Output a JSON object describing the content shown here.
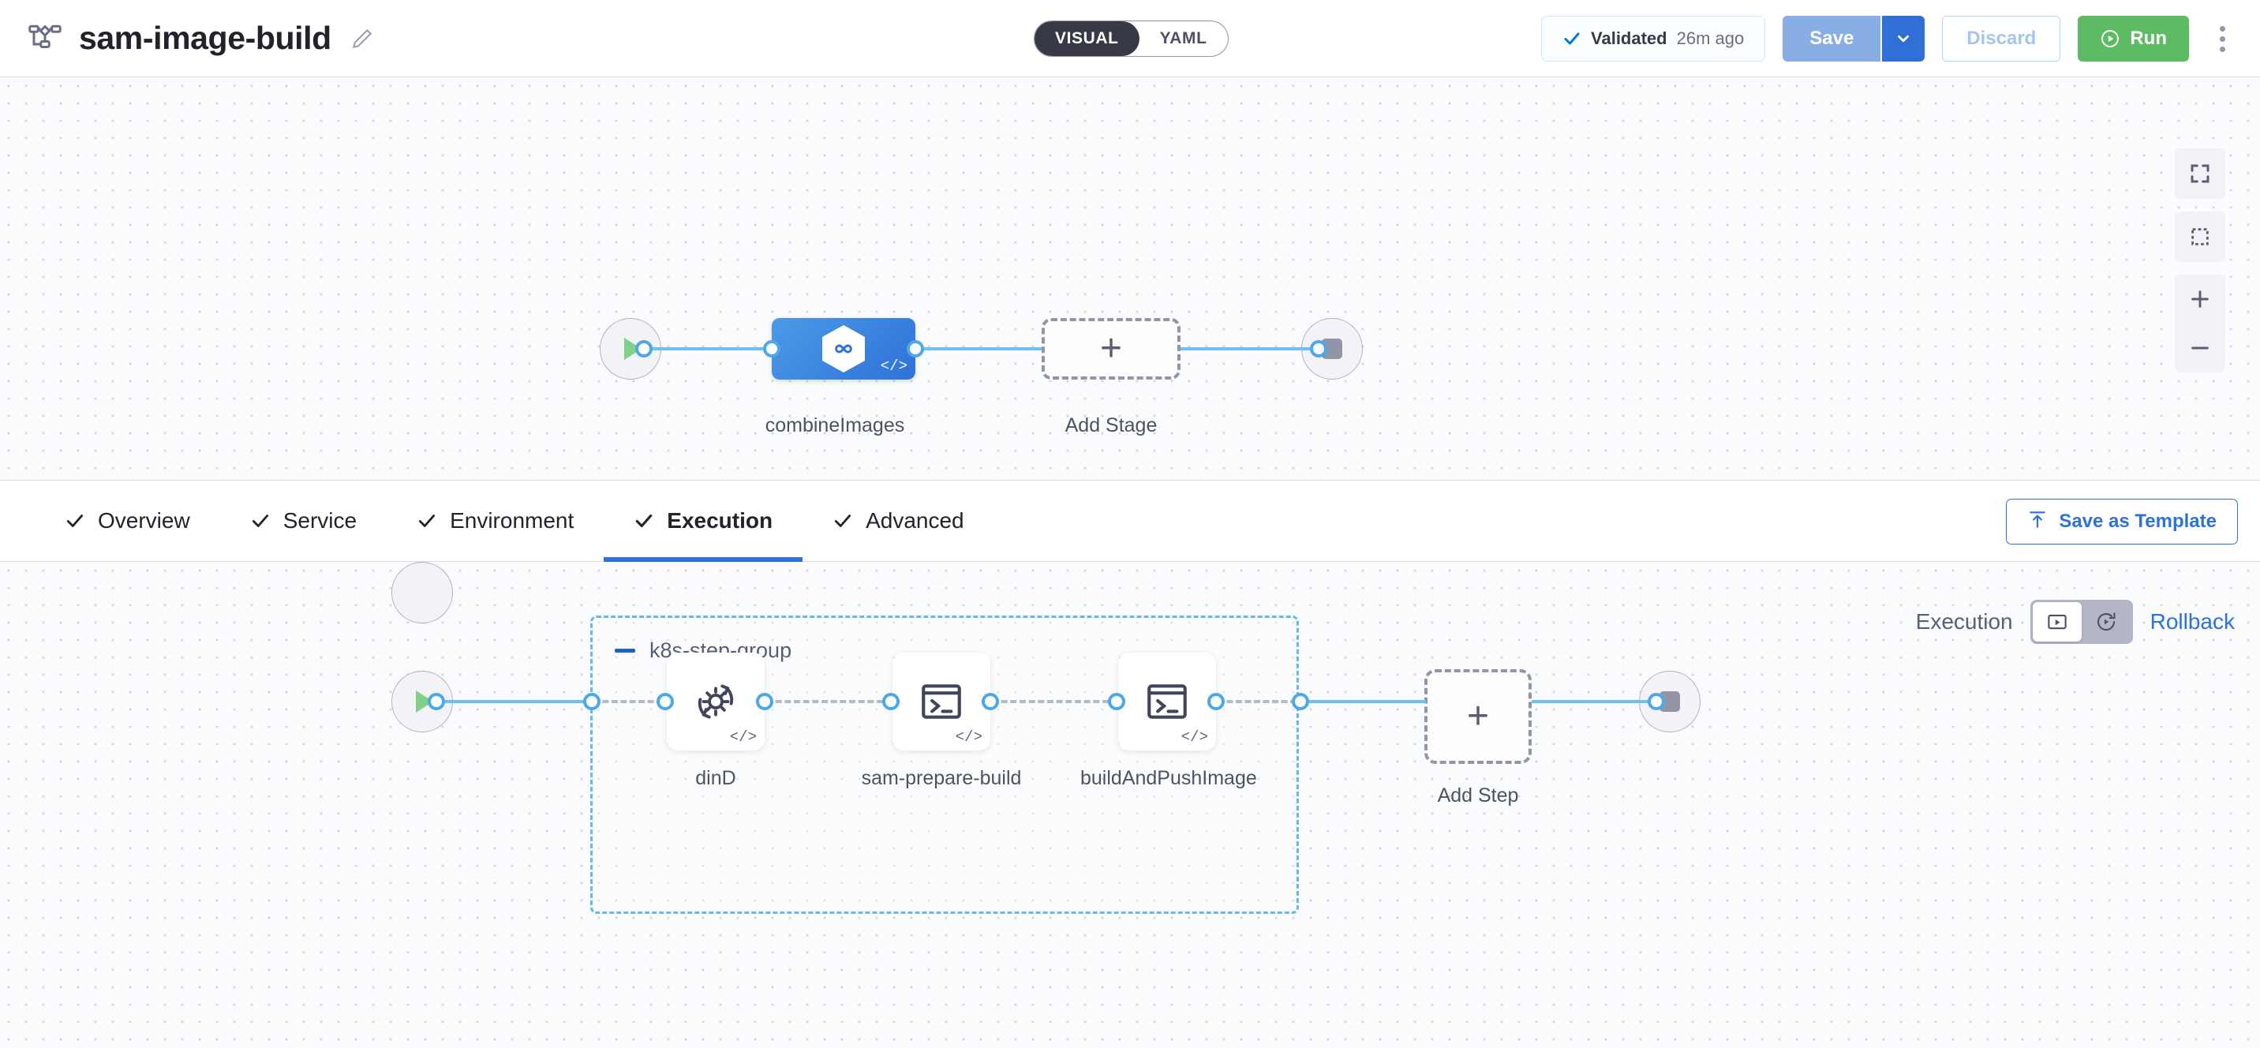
{
  "header": {
    "pipeline_icon": "pipeline-icon",
    "title": "sam-image-build",
    "edit_icon": "pencil-icon",
    "mode_toggle": {
      "visual": "VISUAL",
      "yaml": "YAML",
      "selected": "VISUAL"
    },
    "validated": {
      "icon": "check-icon",
      "label": "Validated",
      "time": "26m ago"
    },
    "save_label": "Save",
    "save_caret_icon": "chevron-down-icon",
    "discard_label": "Discard",
    "run_label": "Run",
    "run_icon": "play-circle-icon",
    "more_icon": "kebab-menu-icon"
  },
  "stage_canvas": {
    "start_icon": "play-icon",
    "end_icon": "stop-icon",
    "stage": {
      "name": "combineImages",
      "icon": "harness-cd-hexagon-icon",
      "badge": "</>"
    },
    "add_stage": {
      "label": "Add Stage",
      "icon": "plus-icon"
    },
    "controls": {
      "fit": "fit-screen-icon",
      "select": "marquee-select-icon",
      "zoom_in": "plus-icon",
      "zoom_out": "minus-icon"
    }
  },
  "tabs": {
    "items": [
      {
        "label": "Overview",
        "icon": "check-icon",
        "active": false
      },
      {
        "label": "Service",
        "icon": "check-icon",
        "active": false
      },
      {
        "label": "Environment",
        "icon": "check-icon",
        "active": false
      },
      {
        "label": "Execution",
        "icon": "check-icon",
        "active": true
      },
      {
        "label": "Advanced",
        "icon": "check-icon",
        "active": false
      }
    ],
    "save_as_template": {
      "label": "Save as Template",
      "icon": "template-upload-icon"
    }
  },
  "execution_canvas": {
    "mode": {
      "execution_label": "Execution",
      "rollback_label": "Rollback",
      "execution_icon": "play-box-icon",
      "rollback_icon": "rollback-rotate-icon",
      "selected": "Execution"
    },
    "step_group": {
      "name": "k8s-step-group",
      "collapse_icon": "minus-icon",
      "steps": [
        {
          "name": "dinD",
          "icon": "gear-rotate-icon",
          "badge": "</>"
        },
        {
          "name": "sam-prepare-build",
          "icon": "terminal-icon",
          "badge": "</>"
        },
        {
          "name": "buildAndPushImage",
          "icon": "terminal-icon",
          "badge": "</>"
        }
      ]
    },
    "add_step": {
      "label": "Add Step",
      "icon": "plus-icon"
    },
    "start_icon": "play-icon",
    "end_icon": "stop-icon"
  },
  "colors": {
    "accent_blue": "#2f72d6",
    "link_blue": "#6fc0f1",
    "run_green": "#5dbb63",
    "canvas_bg": "#fafbfc",
    "group_border": "#63b8ef"
  }
}
